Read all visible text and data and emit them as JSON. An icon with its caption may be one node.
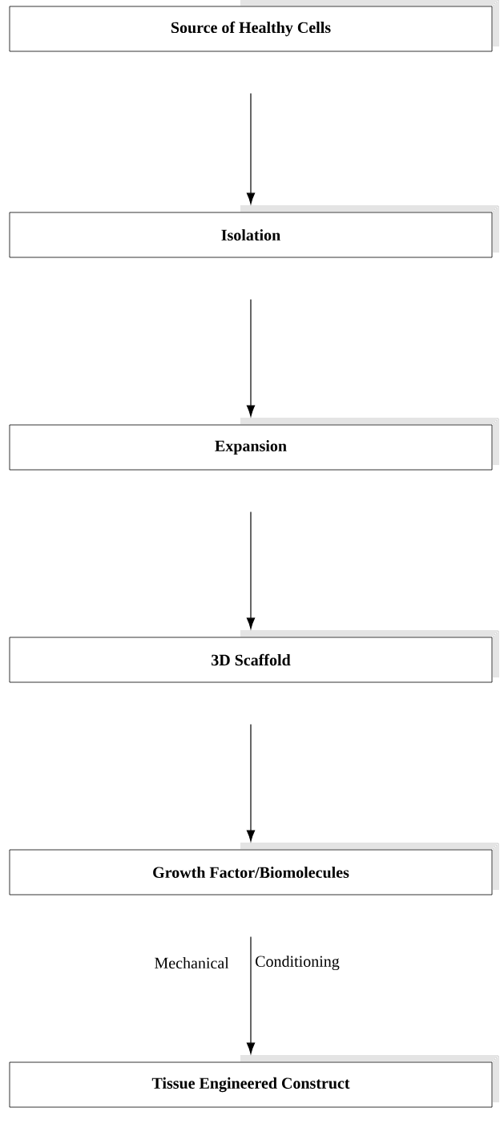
{
  "diagram": {
    "nodes": [
      {
        "text": [
          "**Source of Healthy Cells**"
        ]
      },
      {
        "text": [
          "**Isolation**"
        ]
      },
      {
        "text": [
          "**Expansion**"
        ]
      },
      {
        "text": [
          "**3D Scaffold**"
        ]
      },
      {
        "text": [
          "**Growth Factor/Biomolecules**"
        ]
      },
      {
        "text": [
          "**Tissue Engineered Construct**"
        ]
      }
    ],
    "edges": [
      {
        "from": 0,
        "to": 1,
        "arrow": "to"
      },
      {
        "from": 1,
        "to": 2,
        "arrow": "to"
      },
      {
        "from": 2,
        "to": 3,
        "arrow": "to"
      },
      {
        "from": 3,
        "to": 4,
        "arrow": "to"
      },
      {
        "from": 4,
        "to": 5,
        "arrow": "to"
      }
    ],
    "labels": [
      "Mechanical",
      "Conditioning"
    ]
  }
}
